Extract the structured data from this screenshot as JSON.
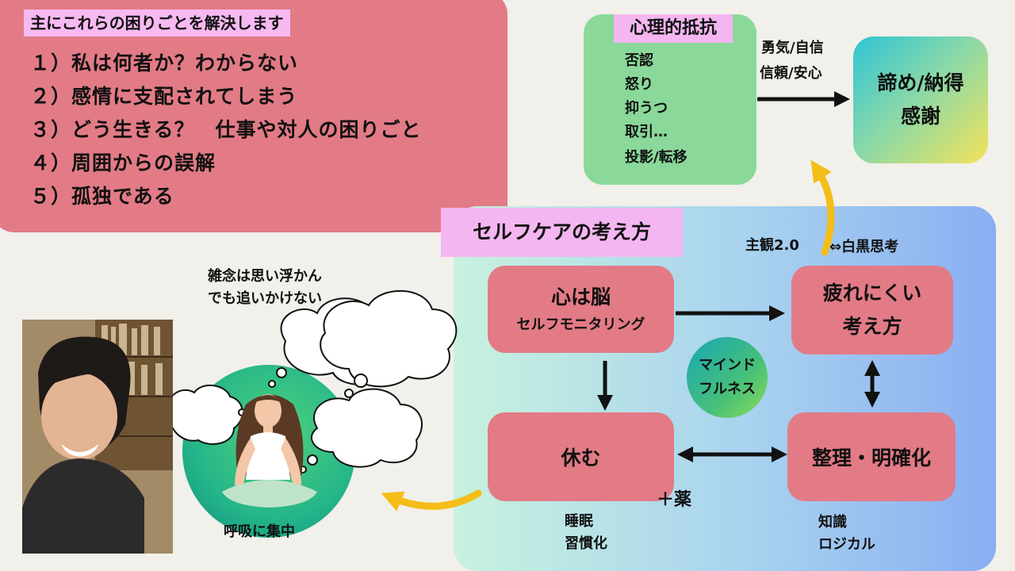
{
  "problems": {
    "title": "主にこれらの困りごとを解決します",
    "items": [
      "１）私は何者か？わからない",
      "２）感情に支配されてしまう",
      "３）どう生きる？　仕事や対人の困りごと",
      "４）周囲からの誤解",
      "５）孤独である"
    ]
  },
  "resistance": {
    "title": "心理的抵抗",
    "items": [
      "否認",
      "怒り",
      "抑うつ",
      "取引…",
      "投影/転移"
    ]
  },
  "arrow_labels": {
    "line1": "勇気/自信",
    "line2": "信頼/安心"
  },
  "acceptance": {
    "line1": "諦め/納得",
    "line2": "感謝"
  },
  "selfcare": {
    "title": "セルフケアの考え方",
    "subjective": "主観2.0",
    "bw": "⇔白黒思考",
    "heart": {
      "line1": "心は脳",
      "line2": "セルフモニタリング"
    },
    "tired": {
      "line1": "疲れにくい",
      "line2": "考え方"
    },
    "mindfulness": {
      "line1": "マインド",
      "line2": "フルネス"
    },
    "rest": "休む",
    "medicine": "＋薬",
    "organize": "整理・明確化",
    "sleep": {
      "line1": "睡眠",
      "line2": "習慣化"
    },
    "knowledge": {
      "line1": "知識",
      "line2": "ロジカル"
    }
  },
  "meditation": {
    "thought_line1": "雑念は思い浮かん",
    "thought_line2": "でも追いかけない",
    "breath": "呼吸に集中"
  },
  "colors": {
    "pink_panel": "#e27b86",
    "label_pink": "#f4b6f1",
    "green_box": "#8ad89a",
    "arrow_yellow": "#f5bd18"
  }
}
